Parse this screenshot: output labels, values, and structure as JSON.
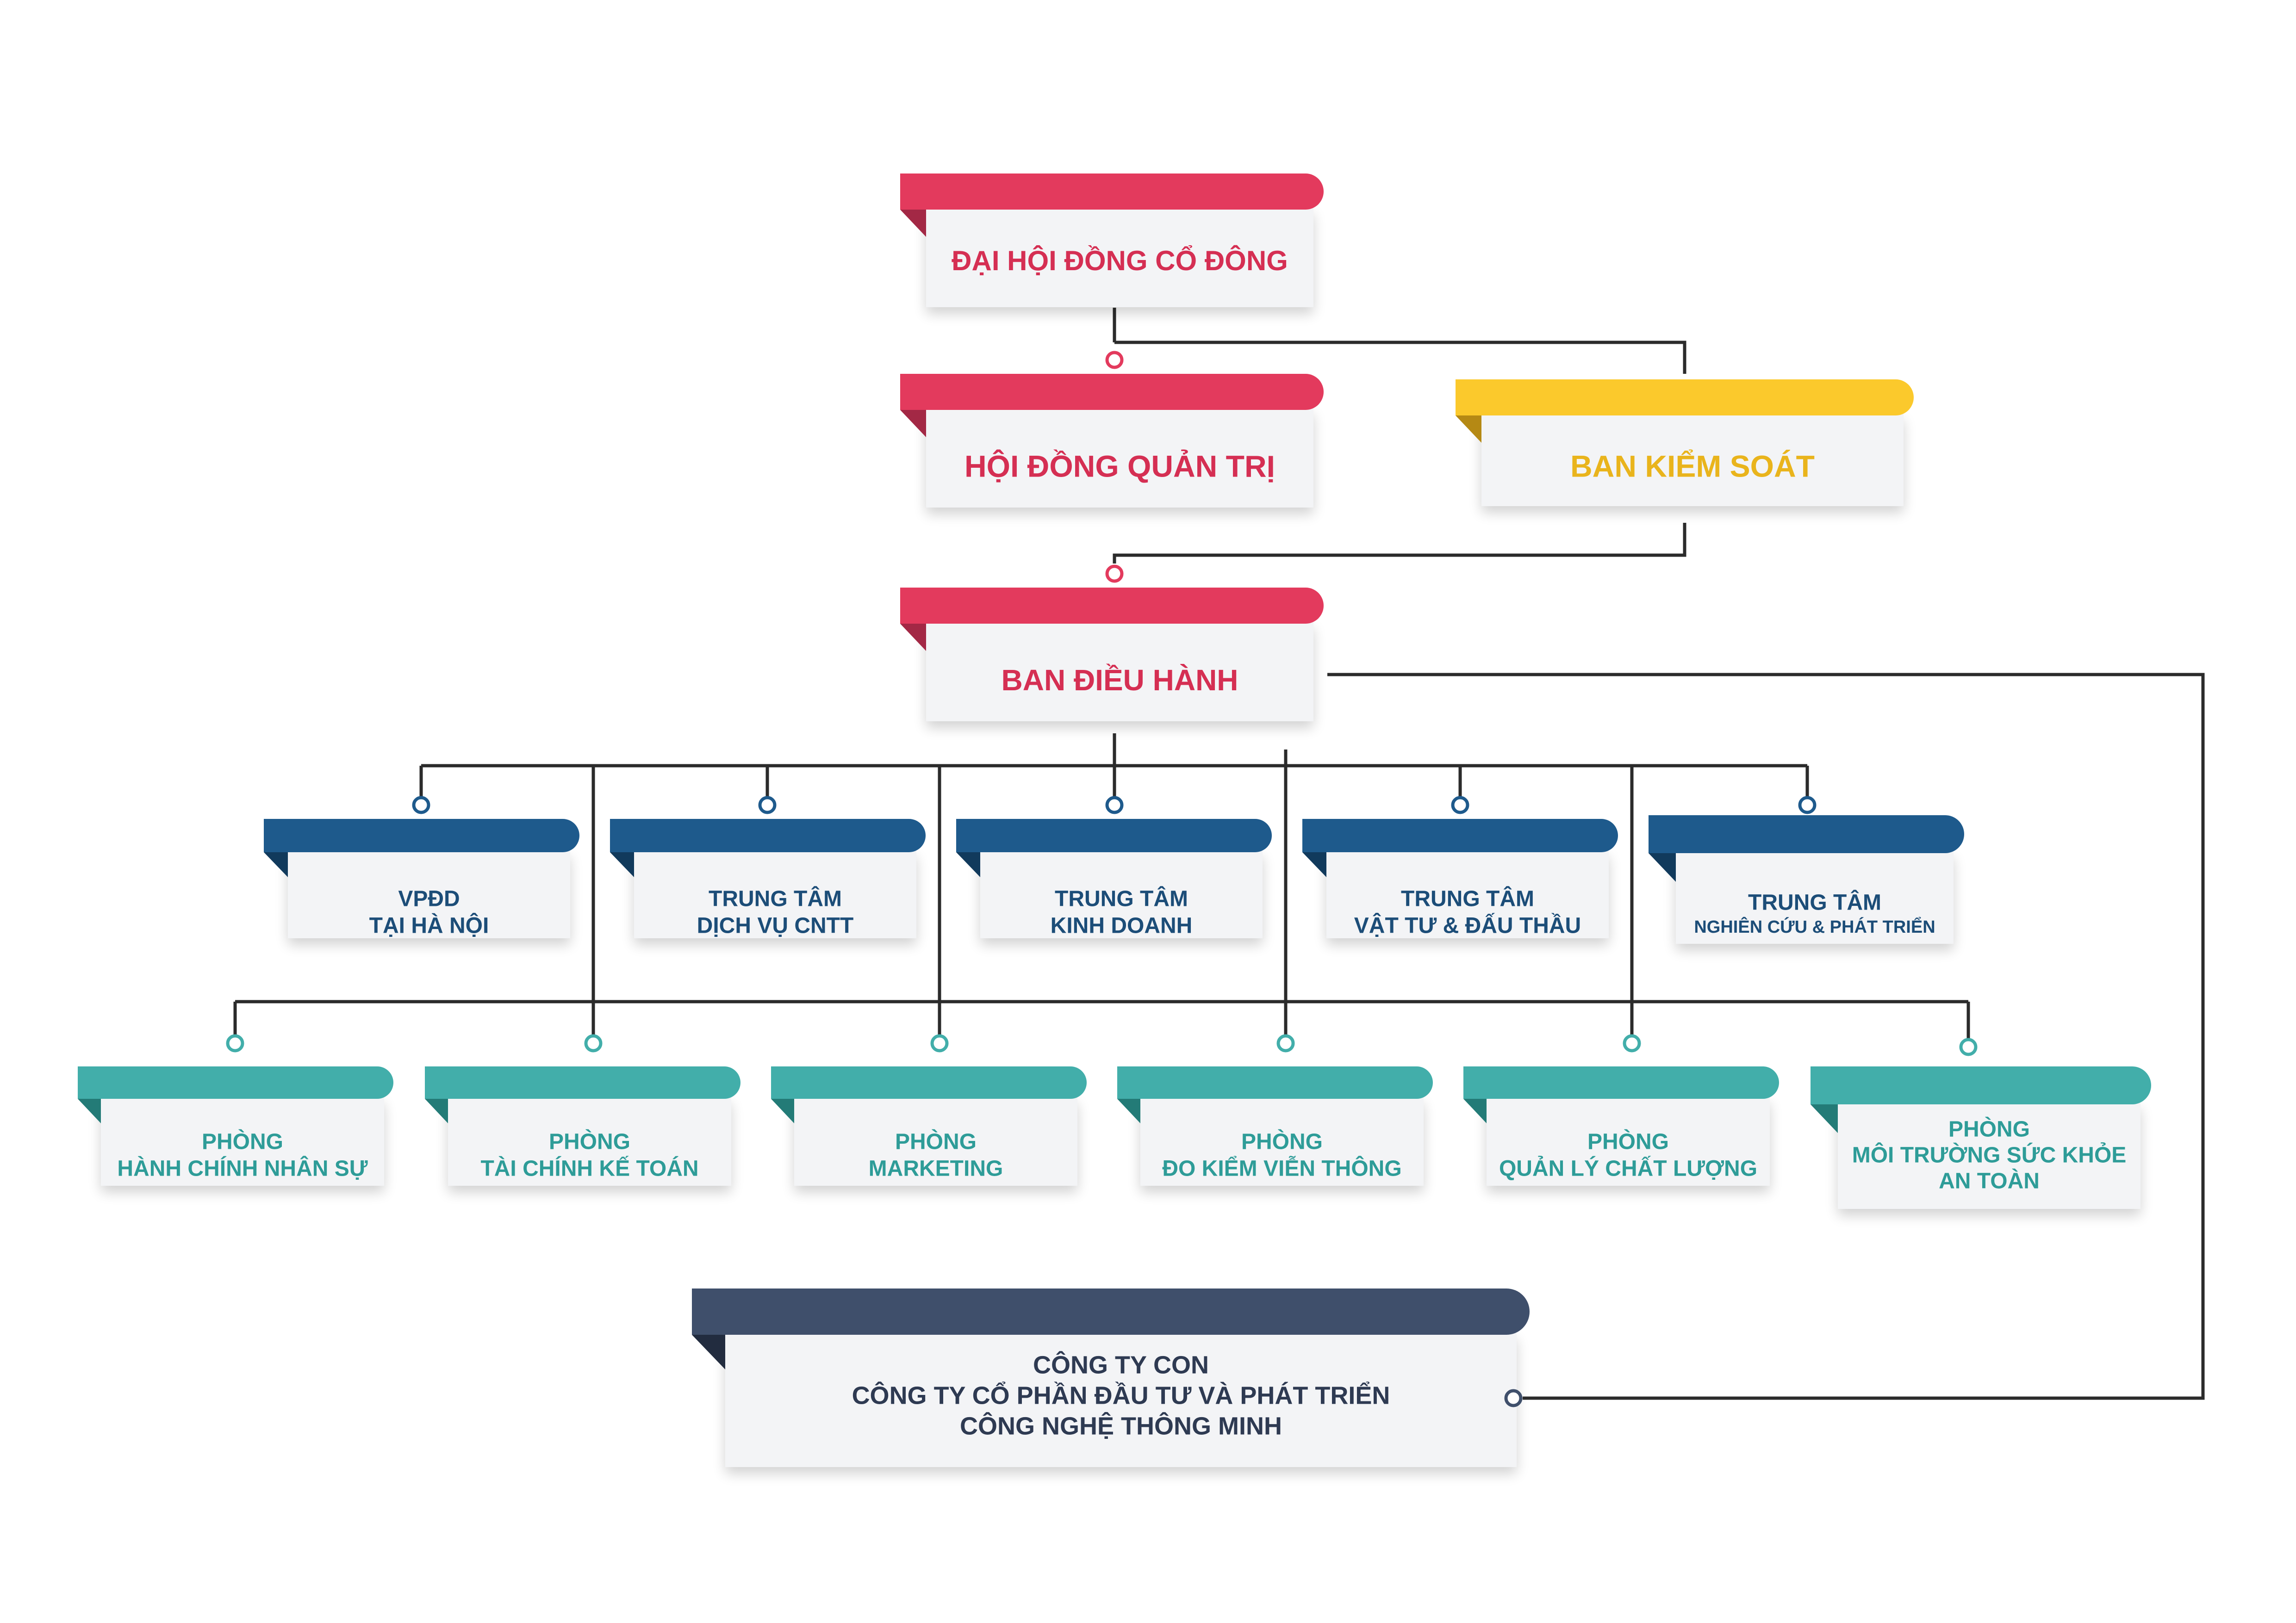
{
  "colors": {
    "red": "#e33a5d",
    "red_dark": "#a32845",
    "yellow": "#fbc92c",
    "yellow_dark": "#b58914",
    "blue": "#1e5a8c",
    "blue_dark": "#113a5c",
    "teal": "#42aeaa",
    "teal_dark": "#237b77",
    "navy": "#3f4f6b",
    "navy_dark": "#222c3f",
    "text_red": "#d52f53",
    "text_yellow": "#e9b41c",
    "text_blue": "#1c4d78",
    "text_teal": "#2e9c98",
    "text_navy": "#2e3a52",
    "card": "#f3f4f6",
    "line": "#2b2b2b"
  },
  "nodes": {
    "dhdcd": {
      "lines": [
        "ĐẠI HỘI ĐỒNG CỔ ĐÔNG"
      ]
    },
    "hdqt": {
      "lines": [
        "HỘI ĐỒNG QUẢN TRỊ"
      ]
    },
    "bks": {
      "lines": [
        "BAN KIỂM SOÁT"
      ]
    },
    "bdh": {
      "lines": [
        "BAN ĐIỀU HÀNH"
      ]
    },
    "vpdd": {
      "lines": [
        "VPĐD",
        "TẠI HÀ NỘI"
      ]
    },
    "tt_cntt": {
      "lines": [
        "TRUNG TÂM",
        "DỊCH VỤ CNTT"
      ]
    },
    "tt_kd": {
      "lines": [
        "TRUNG TÂM",
        "KINH DOANH"
      ]
    },
    "tt_vt": {
      "lines": [
        "TRUNG TÂM",
        "VẬT TƯ & ĐẤU THẦU"
      ]
    },
    "tt_nc": {
      "lines": [
        "TRUNG TÂM",
        "NGHIÊN CỨU & PHÁT TRIỂN"
      ]
    },
    "p_hcns": {
      "lines": [
        "PHÒNG",
        "HÀNH CHÍNH NHÂN SỰ"
      ]
    },
    "p_tckt": {
      "lines": [
        "PHÒNG",
        "TÀI CHÍNH KẾ TOÁN"
      ]
    },
    "p_mkt": {
      "lines": [
        "PHÒNG",
        "MARKETING"
      ]
    },
    "p_dkvt": {
      "lines": [
        "PHÒNG",
        "ĐO KIỂM VIỄN THÔNG"
      ]
    },
    "p_qlcl": {
      "lines": [
        "PHÒNG",
        "QUẢN LÝ CHẤT LƯỢNG"
      ]
    },
    "p_mt": {
      "lines": [
        "PHÒNG",
        "MÔI TRƯỜNG SỨC KHỎE",
        "AN TOÀN"
      ]
    },
    "cty_con": {
      "lines": [
        "CÔNG TY CON",
        "CÔNG TY CỔ PHẦN ĐẦU TƯ VÀ PHÁT TRIỂN",
        "CÔNG NGHỆ THÔNG MINH"
      ]
    }
  }
}
